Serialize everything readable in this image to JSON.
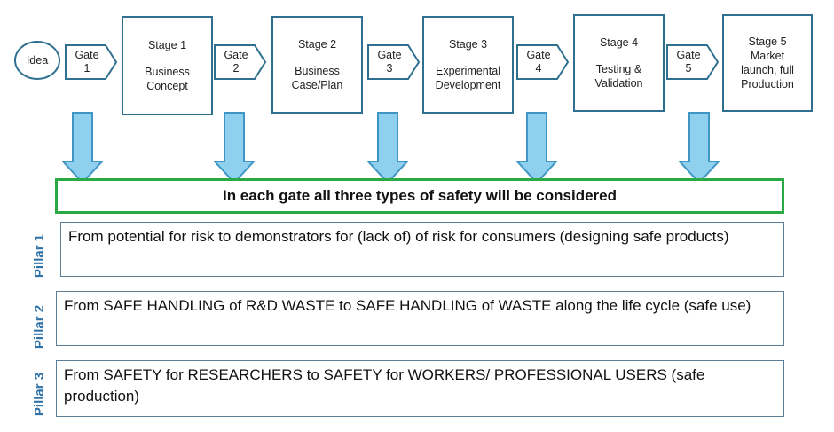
{
  "flow": {
    "idea": "Idea",
    "gates": [
      {
        "line1": "Gate",
        "line2": "1"
      },
      {
        "line1": "Gate",
        "line2": "2"
      },
      {
        "line1": "Gate",
        "line2": "3"
      },
      {
        "line1": "Gate",
        "line2": "4"
      },
      {
        "line1": "Gate",
        "line2": "5"
      }
    ],
    "stages": [
      {
        "title": "Stage 1",
        "name": "Business\nConcept"
      },
      {
        "title": "Stage 2",
        "name": "Business\nCase/Plan"
      },
      {
        "title": "Stage 3",
        "name": "Experimental\nDevelopment"
      },
      {
        "title": "Stage 4",
        "name": "Testing &\nValidation"
      },
      {
        "title": "Stage 5",
        "name": "Market\nlaunch, full\nProduction"
      }
    ]
  },
  "banner": "In each gate all three types of safety will be considered",
  "pillars": [
    {
      "label": "Pillar 1",
      "text": "From potential for risk to demonstrators for (lack of) of risk for consumers (designing safe products)"
    },
    {
      "label": "Pillar 2",
      "text": "From SAFE HANDLING of R&D WASTE to SAFE HANDLING of WASTE along the life cycle (safe use)"
    },
    {
      "label": "Pillar 3",
      "text": "From SAFETY for RESEARCHERS to SAFETY for WORKERS/ PROFESSIONAL USERS (safe production)"
    }
  ],
  "colors": {
    "border": "#2f6f8f",
    "arrow_fill": "#8fd0ef",
    "arrow_stroke": "#3f96c4",
    "banner_border": "#2aaa44",
    "pillar_label": "#2e72a8"
  }
}
